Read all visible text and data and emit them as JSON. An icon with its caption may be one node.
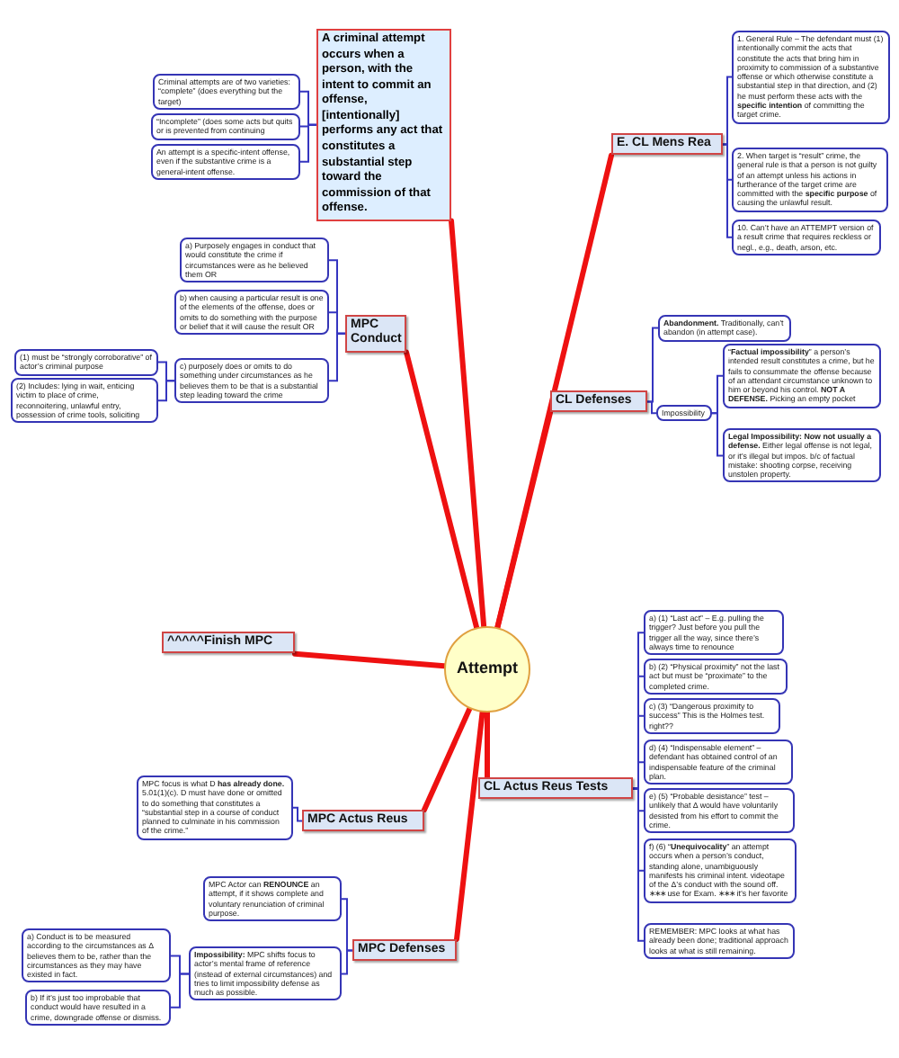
{
  "diagram": {
    "nodes": [
      {
        "text": [
          "Attempt"
        ]
      },
      {
        "text": [
          "A criminal attempt occurs when a person, with the intent to commit an offense, [intentionally] performs any act that constitutes a substantial step toward the commission of that offense."
        ]
      },
      {
        "text": [
          "Criminal attempts are of two varieties: “complete” (does everything but the target)"
        ]
      },
      {
        "text": [
          "“Incomplete” (does some acts but quits or is prevented from continuing"
        ]
      },
      {
        "text": [
          "An attempt is a specific-intent offense, even if the substantive crime is a general-intent offense."
        ]
      },
      {
        "text": [
          "MPC Conduct"
        ]
      },
      {
        "text": [
          "a) Purposely engages in conduct that would constitute the crime if circumstances were as he believed them OR"
        ]
      },
      {
        "text": [
          "b) when causing a particular result is one of the elements of the offense, does or omits to do something with the purpose or belief that it will cause the result OR"
        ]
      },
      {
        "text": [
          "c) purposely does or omits to do something under circumstances as he believes them to be that is a substantial step leading toward the crime"
        ]
      },
      {
        "text": [
          "(1) must be “strongly corroborative” of actor’s criminal purpose"
        ]
      },
      {
        "text": [
          "(2) Includes: lying in wait, enticing victim to place of crime, reconnoitering, unlawful entry, possession of crime tools, soliciting"
        ]
      },
      {
        "text": [
          "E. CL Mens Rea"
        ]
      },
      {
        "text": [
          "1. General Rule – The defendant must (1) intentionally commit the acts that constitute the acts that bring him in proximity to commission of a substantive offense or which otherwise constitute a substantial step in that direction, and (2) he must perform these acts with the **specific intention** of committing the target crime."
        ]
      },
      {
        "text": [
          "2. When target is “result” crime, the general rule is that a person is not guilty of an attempt unless his actions in furtherance of the target crime are committed with the **specific purpose** of causing the unlawful result."
        ]
      },
      {
        "text": [
          "10. Can’t have an ATTEMPT version of a result crime that requires reckless or negl., e.g., death, arson, etc."
        ]
      },
      {
        "text": [
          "CL Defenses"
        ]
      },
      {
        "text": [
          "**Abandonment.** Traditionally, can’t abandon (in attempt case)."
        ]
      },
      {
        "text": [
          "Impossibility"
        ]
      },
      {
        "text": [
          "“**Factual impossibility**” a person’s intended result constitutes a crime, but he fails to consummate the offense because of an attendant circumstance unknown to him or beyond his control. **NOT A DEFENSE.** Picking an empty pocket"
        ]
      },
      {
        "text": [
          "**Legal Impossibility: Now not usually a defense.** Either legal offense is not legal, or it’s illegal but impos. b/c of factual mistake: shooting corpse, receiving unstolen property."
        ]
      },
      {
        "text": [
          "^^^^^Finish MPC"
        ]
      },
      {
        "text": [
          "CL Actus Reus Tests"
        ]
      },
      {
        "text": [
          "a) (1) “Last act” – E.g. pulling the trigger? Just before you pull the trigger all the way, since there’s always time to renounce"
        ]
      },
      {
        "text": [
          "b) (2) “Physical proximity” not the last act but must be “proximate” to the completed crime."
        ]
      },
      {
        "text": [
          "c) (3) “Dangerous proximity to success” This is the Holmes test. right??"
        ]
      },
      {
        "text": [
          "d) (4) “Indispensable element” – defendant has obtained control of an indispensable feature of the criminal plan."
        ]
      },
      {
        "text": [
          "e) (5) “Probable desistance” test – unlikely that Δ would have voluntarily desisted from his effort to commit the crime."
        ]
      },
      {
        "text": [
          "f) (6) “**Unequivocality**” an attempt occurs when a person’s conduct, standing alone, unambiguously manifests his criminal intent. videotape of the Δ’s conduct with the sound off. ∗∗∗ use for Exam. ∗∗∗ it’s her favorite"
        ]
      },
      {
        "text": [
          "REMEMBER: MPC looks at what has already been done; traditional approach looks at what is still remaining."
        ]
      },
      {
        "text": [
          "MPC Actus Reus"
        ]
      },
      {
        "text": [
          "MPC focus is what D **has already done.** 5.01(1)(c). D must have done or omitted to do something that constitutes a “substantial step in a course of conduct planned to culminate in his commission of the crime.”"
        ]
      },
      {
        "text": [
          "MPC Defenses"
        ]
      },
      {
        "text": [
          "MPC Actor can **RENOUNCE** an attempt, if it shows complete and voluntary renunciation of criminal purpose."
        ]
      },
      {
        "text": [
          "**Impossibility:** MPC shifts focus to actor’s mental frame of reference (instead of external circumstances) and tries to limit impossibility defense as much as possible."
        ]
      },
      {
        "text": [
          "a) Conduct is to be measured according to the circumstances as Δ believes them to be, rather than the circumstances as they may have existed in fact."
        ]
      },
      {
        "text": [
          "b) If it’s just too improbable that conduct would have resulted in a crime, downgrade offense or dismiss."
        ]
      }
    ],
    "edges": [
      {
        "from": 0,
        "to": 1,
        "arrow": "none",
        "style": "thick",
        "color": "#ee1111"
      },
      {
        "from": 1,
        "to": 2,
        "arrow": "none"
      },
      {
        "from": 1,
        "to": 3,
        "arrow": "none"
      },
      {
        "from": 1,
        "to": 4,
        "arrow": "none"
      },
      {
        "from": 0,
        "to": 5,
        "arrow": "none",
        "style": "thick",
        "color": "#ee1111"
      },
      {
        "from": 5,
        "to": 6,
        "arrow": "none"
      },
      {
        "from": 5,
        "to": 7,
        "arrow": "none"
      },
      {
        "from": 5,
        "to": 8,
        "arrow": "none"
      },
      {
        "from": 8,
        "to": 9,
        "arrow": "none"
      },
      {
        "from": 8,
        "to": 10,
        "arrow": "none"
      },
      {
        "from": 0,
        "to": 11,
        "arrow": "none",
        "style": "thick",
        "color": "#ee1111"
      },
      {
        "from": 11,
        "to": 12,
        "arrow": "none"
      },
      {
        "from": 11,
        "to": 13,
        "arrow": "none"
      },
      {
        "from": 11,
        "to": 14,
        "arrow": "none"
      },
      {
        "from": 0,
        "to": 15,
        "arrow": "none",
        "style": "thick",
        "color": "#ee1111"
      },
      {
        "from": 15,
        "to": 16,
        "arrow": "none"
      },
      {
        "from": 15,
        "to": 17,
        "arrow": "none"
      },
      {
        "from": 17,
        "to": 18,
        "arrow": "none"
      },
      {
        "from": 17,
        "to": 19,
        "arrow": "none"
      },
      {
        "from": 0,
        "to": 20,
        "arrow": "none",
        "style": "thick",
        "color": "#ee1111"
      },
      {
        "from": 0,
        "to": 21,
        "arrow": "none",
        "style": "thick",
        "color": "#ee1111"
      },
      {
        "from": 21,
        "to": 22,
        "arrow": "none"
      },
      {
        "from": 21,
        "to": 23,
        "arrow": "none"
      },
      {
        "from": 21,
        "to": 24,
        "arrow": "none"
      },
      {
        "from": 21,
        "to": 25,
        "arrow": "none"
      },
      {
        "from": 21,
        "to": 26,
        "arrow": "none"
      },
      {
        "from": 21,
        "to": 27,
        "arrow": "none"
      },
      {
        "from": 21,
        "to": 28,
        "arrow": "none"
      },
      {
        "from": 0,
        "to": 29,
        "arrow": "none",
        "style": "thick",
        "color": "#ee1111"
      },
      {
        "from": 29,
        "to": 30,
        "arrow": "none"
      },
      {
        "from": 0,
        "to": 31,
        "arrow": "none",
        "style": "thick",
        "color": "#ee1111"
      },
      {
        "from": 31,
        "to": 32,
        "arrow": "none"
      },
      {
        "from": 31,
        "to": 33,
        "arrow": "none"
      },
      {
        "from": 33,
        "to": 34,
        "arrow": "none"
      },
      {
        "from": 33,
        "to": 35,
        "arrow": "none"
      }
    ]
  }
}
